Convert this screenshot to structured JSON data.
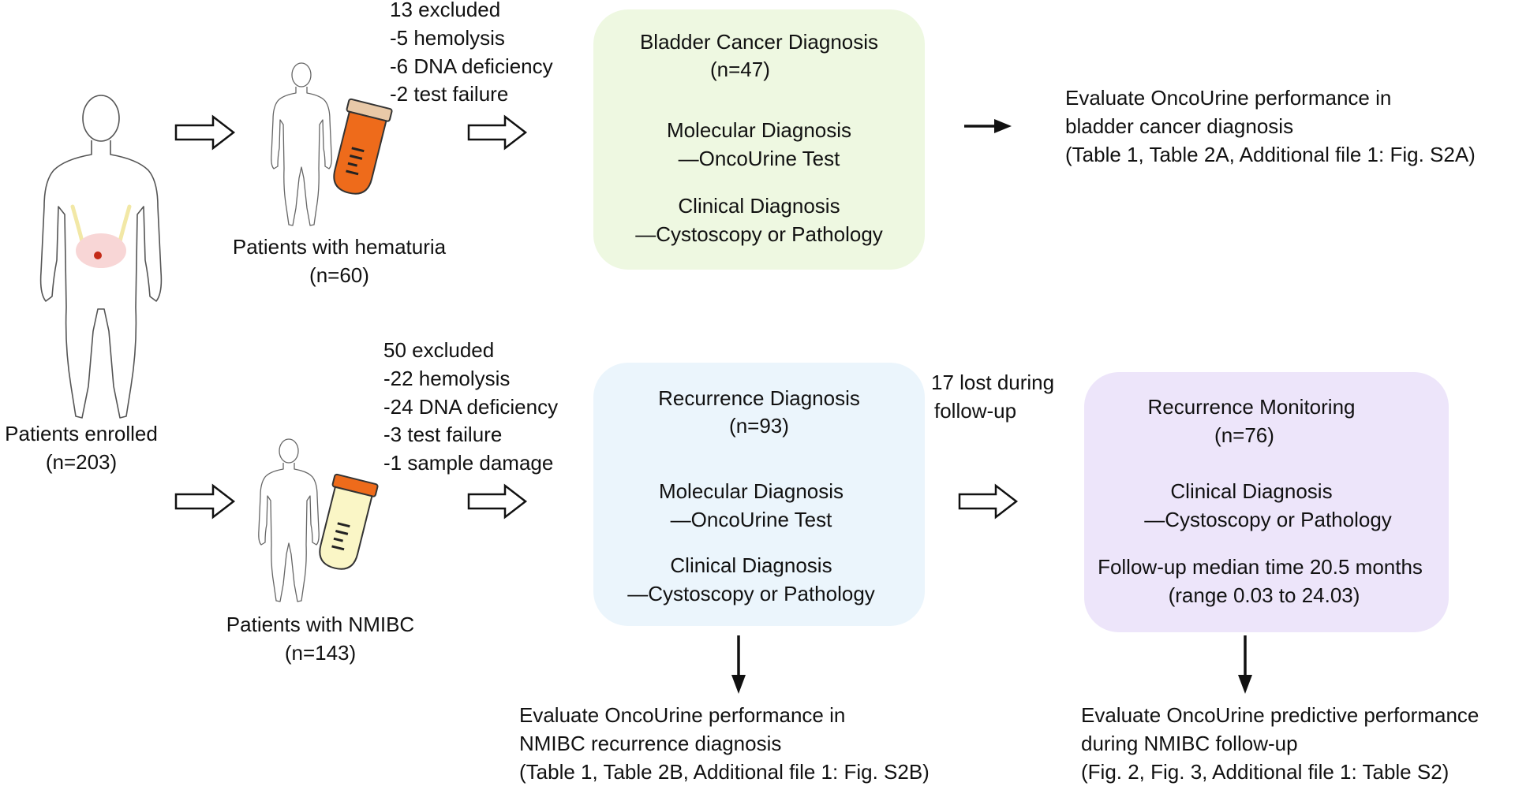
{
  "colors": {
    "green_box": "#EEF8E1",
    "blue_box": "#EBF5FC",
    "purple_box": "#EDE5FA",
    "tube_orange": "#EE6B1B",
    "tube_yellow": "#FAF6C6",
    "bladder_pink": "#F8D6D6",
    "ureter_yellow": "#F2E8A6",
    "tumor_red": "#C42B18"
  },
  "enrolled": {
    "label": "Patients enrolled",
    "count": "(n=203)"
  },
  "hematuria": {
    "label": "Patients with hematuria",
    "count": "(n=60)",
    "excluded": [
      "13 excluded",
      "-5 hemolysis",
      "-6 DNA deficiency",
      "-2 test failure"
    ]
  },
  "nmibc": {
    "label": "Patients with NMIBC",
    "count": "(n=143)",
    "excluded": [
      "50 excluded",
      "-22 hemolysis",
      "-24 DNA deficiency",
      "-3 test failure",
      "-1 sample damage"
    ]
  },
  "bladder_box": {
    "title": "Bladder Cancer Diagnosis",
    "count": "(n=47)",
    "mol_title": "Molecular Diagnosis",
    "mol_sub": "—OncoUrine Test",
    "clin_title": "Clinical Diagnosis",
    "clin_sub": "—Cystoscopy or Pathology"
  },
  "recurrence_box": {
    "title": "Recurrence Diagnosis",
    "count": "(n=93)",
    "mol_title": "Molecular Diagnosis",
    "mol_sub": "—OncoUrine Test",
    "clin_title": "Clinical Diagnosis",
    "clin_sub": "—Cystoscopy or Pathology"
  },
  "lost": [
    "17 lost during",
    "follow-up"
  ],
  "monitoring_box": {
    "title": "Recurrence Monitoring",
    "count": "(n=76)",
    "clin_title": "Clinical Diagnosis",
    "clin_sub": "—Cystoscopy or Pathology",
    "follow_title": "Follow-up median time 20.5 months",
    "follow_range": "(range 0.03 to 24.03)"
  },
  "outcome_bladder": [
    "Evaluate OncoUrine performance in",
    "bladder cancer diagnosis",
    "(Table 1, Table 2A, Additional file 1: Fig. S2A)"
  ],
  "outcome_recurrence": [
    "Evaluate OncoUrine performance in",
    "NMIBC recurrence diagnosis",
    "(Table 1, Table 2B, Additional file 1: Fig. S2B)"
  ],
  "outcome_followup": [
    "Evaluate OncoUrine predictive performance",
    "during NMIBC follow-up",
    "(Fig. 2, Fig. 3, Additional file 1: Table S2)"
  ]
}
